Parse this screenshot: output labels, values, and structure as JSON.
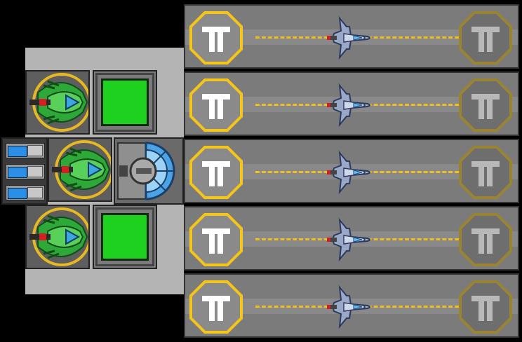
{
  "scene": {
    "colors": {
      "background": "#000000",
      "hull": "#b4b4b4",
      "lane": "#7b7b7b",
      "lane_marking": "#f0c020",
      "pad_active": "#f5c518",
      "pad_inactive": "#9a8432",
      "screen": "#1fd11f",
      "turret": "#2fa83a"
    },
    "ship_modules": [
      {
        "type": "turret",
        "icon": "green-turret-icon"
      },
      {
        "type": "hangar-screen",
        "icon": "green-screen-icon"
      },
      {
        "type": "turret",
        "icon": "green-turret-icon"
      },
      {
        "type": "reactor-dome",
        "icon": "dome-reactor-icon"
      },
      {
        "type": "turret",
        "icon": "green-turret-icon"
      },
      {
        "type": "hangar-screen",
        "icon": "green-screen-icon"
      }
    ],
    "ammo_cells": 3,
    "lanes": [
      {
        "pad_start_icon": "launch-pad-icon",
        "pad_end_icon": "landing-pad-icon",
        "craft_icon": "fighter-ship-icon"
      },
      {
        "pad_start_icon": "launch-pad-icon",
        "pad_end_icon": "landing-pad-icon",
        "craft_icon": "fighter-ship-icon"
      },
      {
        "pad_start_icon": "launch-pad-icon",
        "pad_end_icon": "landing-pad-icon",
        "craft_icon": "fighter-ship-icon"
      },
      {
        "pad_start_icon": "launch-pad-icon",
        "pad_end_icon": "landing-pad-icon",
        "craft_icon": "fighter-ship-icon"
      },
      {
        "pad_start_icon": "launch-pad-icon",
        "pad_end_icon": "landing-pad-icon",
        "craft_icon": "fighter-ship-icon"
      }
    ]
  }
}
